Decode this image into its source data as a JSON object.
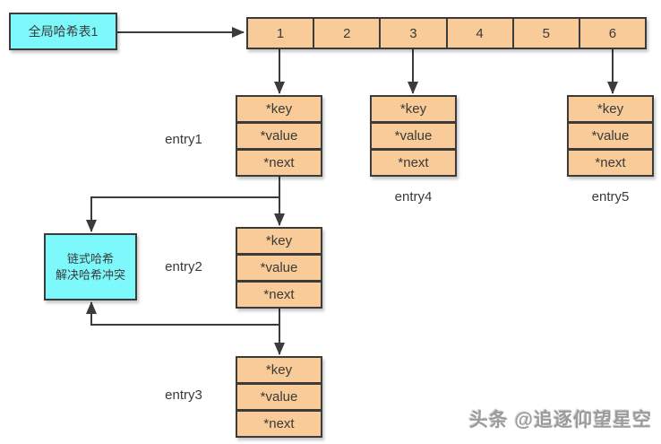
{
  "global_box": {
    "label": "全局哈希表1"
  },
  "array": {
    "cells": [
      "1",
      "2",
      "3",
      "4",
      "5",
      "6"
    ]
  },
  "entries": [
    {
      "label": "entry1",
      "rows": [
        "*key",
        "*value",
        "*next"
      ]
    },
    {
      "label": "entry2",
      "rows": [
        "*key",
        "*value",
        "*next"
      ]
    },
    {
      "label": "entry3",
      "rows": [
        "*key",
        "*value",
        "*next"
      ]
    },
    {
      "label": "entry4",
      "rows": [
        "*key",
        "*value",
        "*next"
      ]
    },
    {
      "label": "entry5",
      "rows": [
        "*key",
        "*value",
        "*next"
      ]
    }
  ],
  "note_box": {
    "line1": "链式哈希",
    "line2": "解决哈希冲突"
  },
  "watermark": "头条 @追逐仰望星空",
  "colors": {
    "cyan": "#7ef9fb",
    "orange": "#f9cb98",
    "border": "#3b3b3b",
    "text": "#3a3a3a",
    "watermark": "#9b9b9b"
  }
}
